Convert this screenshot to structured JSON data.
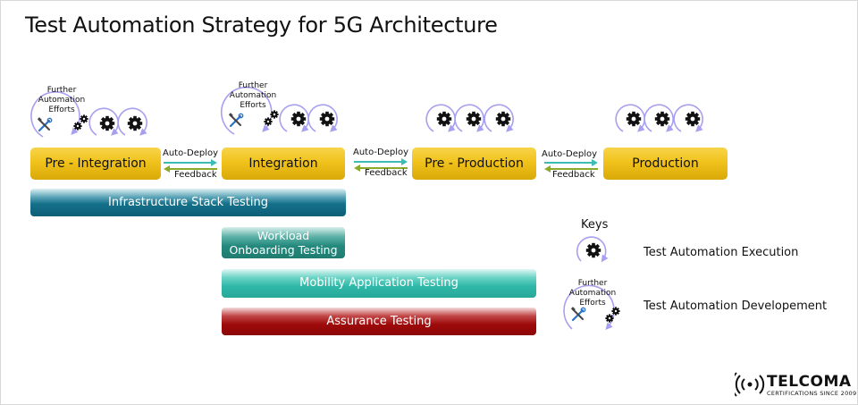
{
  "title": "Test Automation Strategy for 5G Architecture",
  "stages": [
    {
      "label": "Pre - Integration"
    },
    {
      "label": "Integration"
    },
    {
      "label": "Pre - Production"
    },
    {
      "label": "Production"
    }
  ],
  "transitions": {
    "forward_label": "Auto-Deploy",
    "back_label": "Feedback"
  },
  "effort_label": {
    "line1": "Further",
    "line2": "Automation",
    "line3": "Efforts"
  },
  "bands": {
    "infrastructure": "Infrastructure Stack Testing",
    "workload_line1": "Workload",
    "workload_line2": "Onboarding Testing",
    "mobility": "Mobility Application Testing",
    "assurance": "Assurance Testing"
  },
  "keys": {
    "title": "Keys",
    "execution": "Test Automation Execution",
    "development": "Test Automation Developement"
  },
  "colors": {
    "stage": "#f1c21b",
    "arrow_forward": "#3bbdb5",
    "arrow_back": "#8aaa2a",
    "cycle": "#a7a0f0"
  },
  "logo": {
    "name": "TELCOMA",
    "tagline": "CERTIFICATIONS SINCE 2009"
  },
  "icons": [
    "gear-icon",
    "tools-icon",
    "cycle-arrow-icon",
    "signal-icon"
  ]
}
